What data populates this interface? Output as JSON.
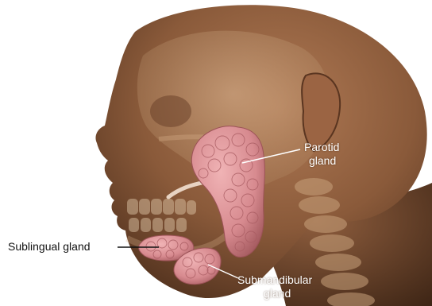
{
  "labels": {
    "parotid": {
      "line1": "Parotid",
      "line2": "gland"
    },
    "sublingual": {
      "text": "Sublingual gland"
    },
    "submandibular": {
      "line1": "Submandibular",
      "line2": "gland"
    }
  },
  "colors": {
    "skin": "#8a5a3a",
    "skin_highlight": "#b07a55",
    "skin_shadow": "#4e2f1c",
    "bone": "#c9a27c",
    "gland": "#d78a8f",
    "gland_highlight": "#f0b3b5",
    "gland_shadow": "#9c5257",
    "label_light": "#ffffff",
    "label_dark": "#111111",
    "leader_line": "#ffffff"
  }
}
